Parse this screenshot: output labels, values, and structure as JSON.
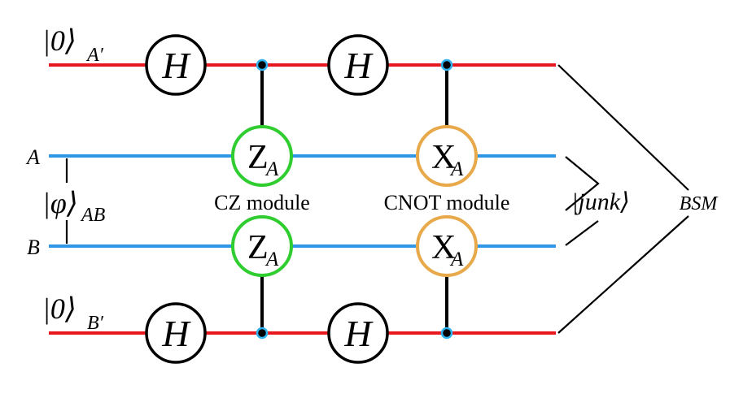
{
  "labels": {
    "ket_zero_a": "|0⟩",
    "sub_a_prime": "A′",
    "ket_zero_b": "|0⟩",
    "sub_b_prime": "B′",
    "wire_a": "A",
    "wire_b": "B",
    "ket_phi": "|φ⟩",
    "sub_ab": "AB",
    "cz_module": "CZ module",
    "cnot_module": "CNOT module",
    "junk": "|junk⟩",
    "bsm": "BSM"
  },
  "gates": {
    "h": "H",
    "z": "Z",
    "x": "X",
    "sub": "A"
  },
  "colors": {
    "ancilla_wire": "#e8191e",
    "data_wire": "#2f97e6",
    "cz_gate": "#2fcd2f",
    "cnot_gate": "#e8a94a",
    "control_dot_ring": "#2fb4f0"
  }
}
